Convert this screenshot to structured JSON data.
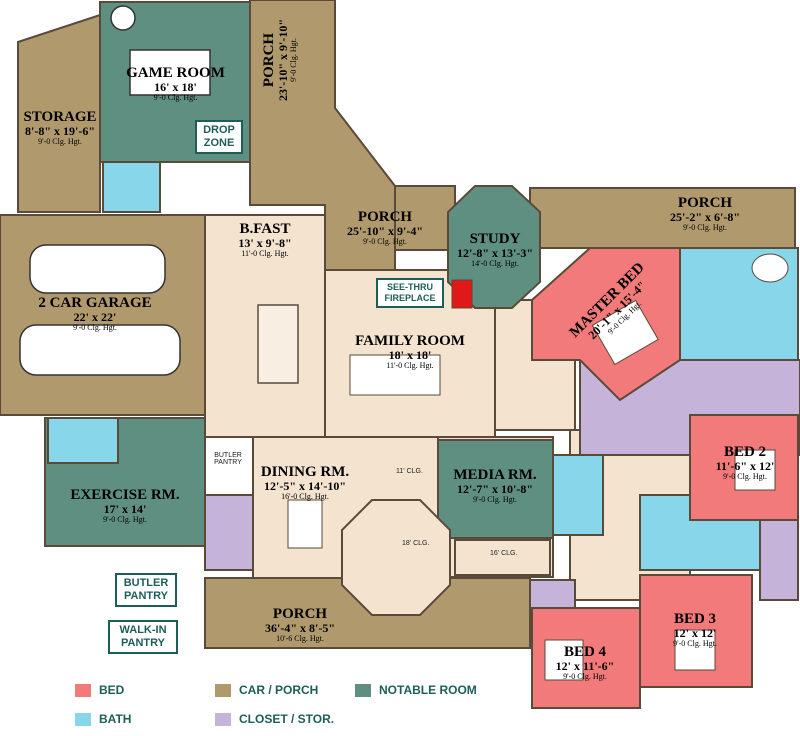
{
  "colors": {
    "bed": "#f27a7a",
    "bath": "#88d6ea",
    "car_porch": "#b09a6d",
    "notable": "#5f8f81",
    "closet": "#c6b3d9",
    "interior": "#f3e3cf",
    "wall": "#5a4a3a"
  },
  "rooms": {
    "game": {
      "name": "GAME ROOM",
      "size": "16' x 18'",
      "clg": "9'-0 Clg. Hgt."
    },
    "storage": {
      "name": "STORAGE",
      "size": "8'-8\" x 19'-6\"",
      "clg": "9'-0 Clg. Hgt."
    },
    "porch_top": {
      "name": "PORCH",
      "size": "23'-10\" x 9'-10\"",
      "clg": "9'-0 Clg. Hgt."
    },
    "garage": {
      "name": "2 CAR GARAGE",
      "size": "22' x 22'",
      "clg": "9'-0 Clg. Hgt."
    },
    "bfast": {
      "name": "B.FAST",
      "size": "13' x 9'-8\"",
      "clg": "11'-0 Clg. Hgt."
    },
    "porch_mid": {
      "name": "PORCH",
      "size": "25'-10\" x 9'-4\"",
      "clg": "9'-0 Clg. Hgt."
    },
    "study": {
      "name": "STUDY",
      "size": "12'-8\" x 13'-3\"",
      "clg": "14'-0 Clg. Hgt."
    },
    "porch_right": {
      "name": "PORCH",
      "size": "25'-2\" x 6'-8\"",
      "clg": "9'-0 Clg. Hgt."
    },
    "master": {
      "name": "MASTER BED",
      "size": "20'-1\" x 15'-4\"",
      "clg": "9'-0 Clg. Hgt."
    },
    "family": {
      "name": "FAMILY ROOM",
      "size": "18' x 18'",
      "clg": "11'-0 Clg. Hgt."
    },
    "dining": {
      "name": "DINING RM.",
      "size": "12'-5\" x 14'-10\"",
      "clg": "16'-0 Clg. Hgt."
    },
    "media": {
      "name": "MEDIA RM.",
      "size": "12'-7\" x 10'-8\"",
      "clg": "9'-0 Clg. Hgt."
    },
    "exercise": {
      "name": "EXERCISE RM.",
      "size": "17' x 14'",
      "clg": "9'-0 Clg. Hgt."
    },
    "bed2": {
      "name": "BED 2",
      "size": "11'-6\" x 12'",
      "clg": "9'-0 Clg. Hgt."
    },
    "bed3": {
      "name": "BED 3",
      "size": "12' x 12'",
      "clg": "9'-0 Clg. Hgt."
    },
    "bed4": {
      "name": "BED 4",
      "size": "12' x 11'-6\"",
      "clg": "9'-0 Clg. Hgt."
    },
    "porch_bottom": {
      "name": "PORCH",
      "size": "36'-4\" x 8'-5\"",
      "clg": "10'-6 Clg. Hgt."
    }
  },
  "small_labels": {
    "butler_pantry": "BUTLER PANTRY",
    "ceiling_11": "11' CLG.",
    "ceiling_18": "18' CLG.",
    "ceiling_16": "16' CLG."
  },
  "callouts": {
    "drop_zone": "DROP ZONE",
    "see_thru": "SEE-THRU FIREPLACE",
    "butler": "BUTLER PANTRY",
    "walkin": "WALK-IN PANTRY"
  },
  "legend": {
    "bed": "BED",
    "bath": "BATH",
    "car_porch": "CAR / PORCH",
    "closet": "CLOSET / STOR.",
    "notable": "NOTABLE ROOM"
  }
}
